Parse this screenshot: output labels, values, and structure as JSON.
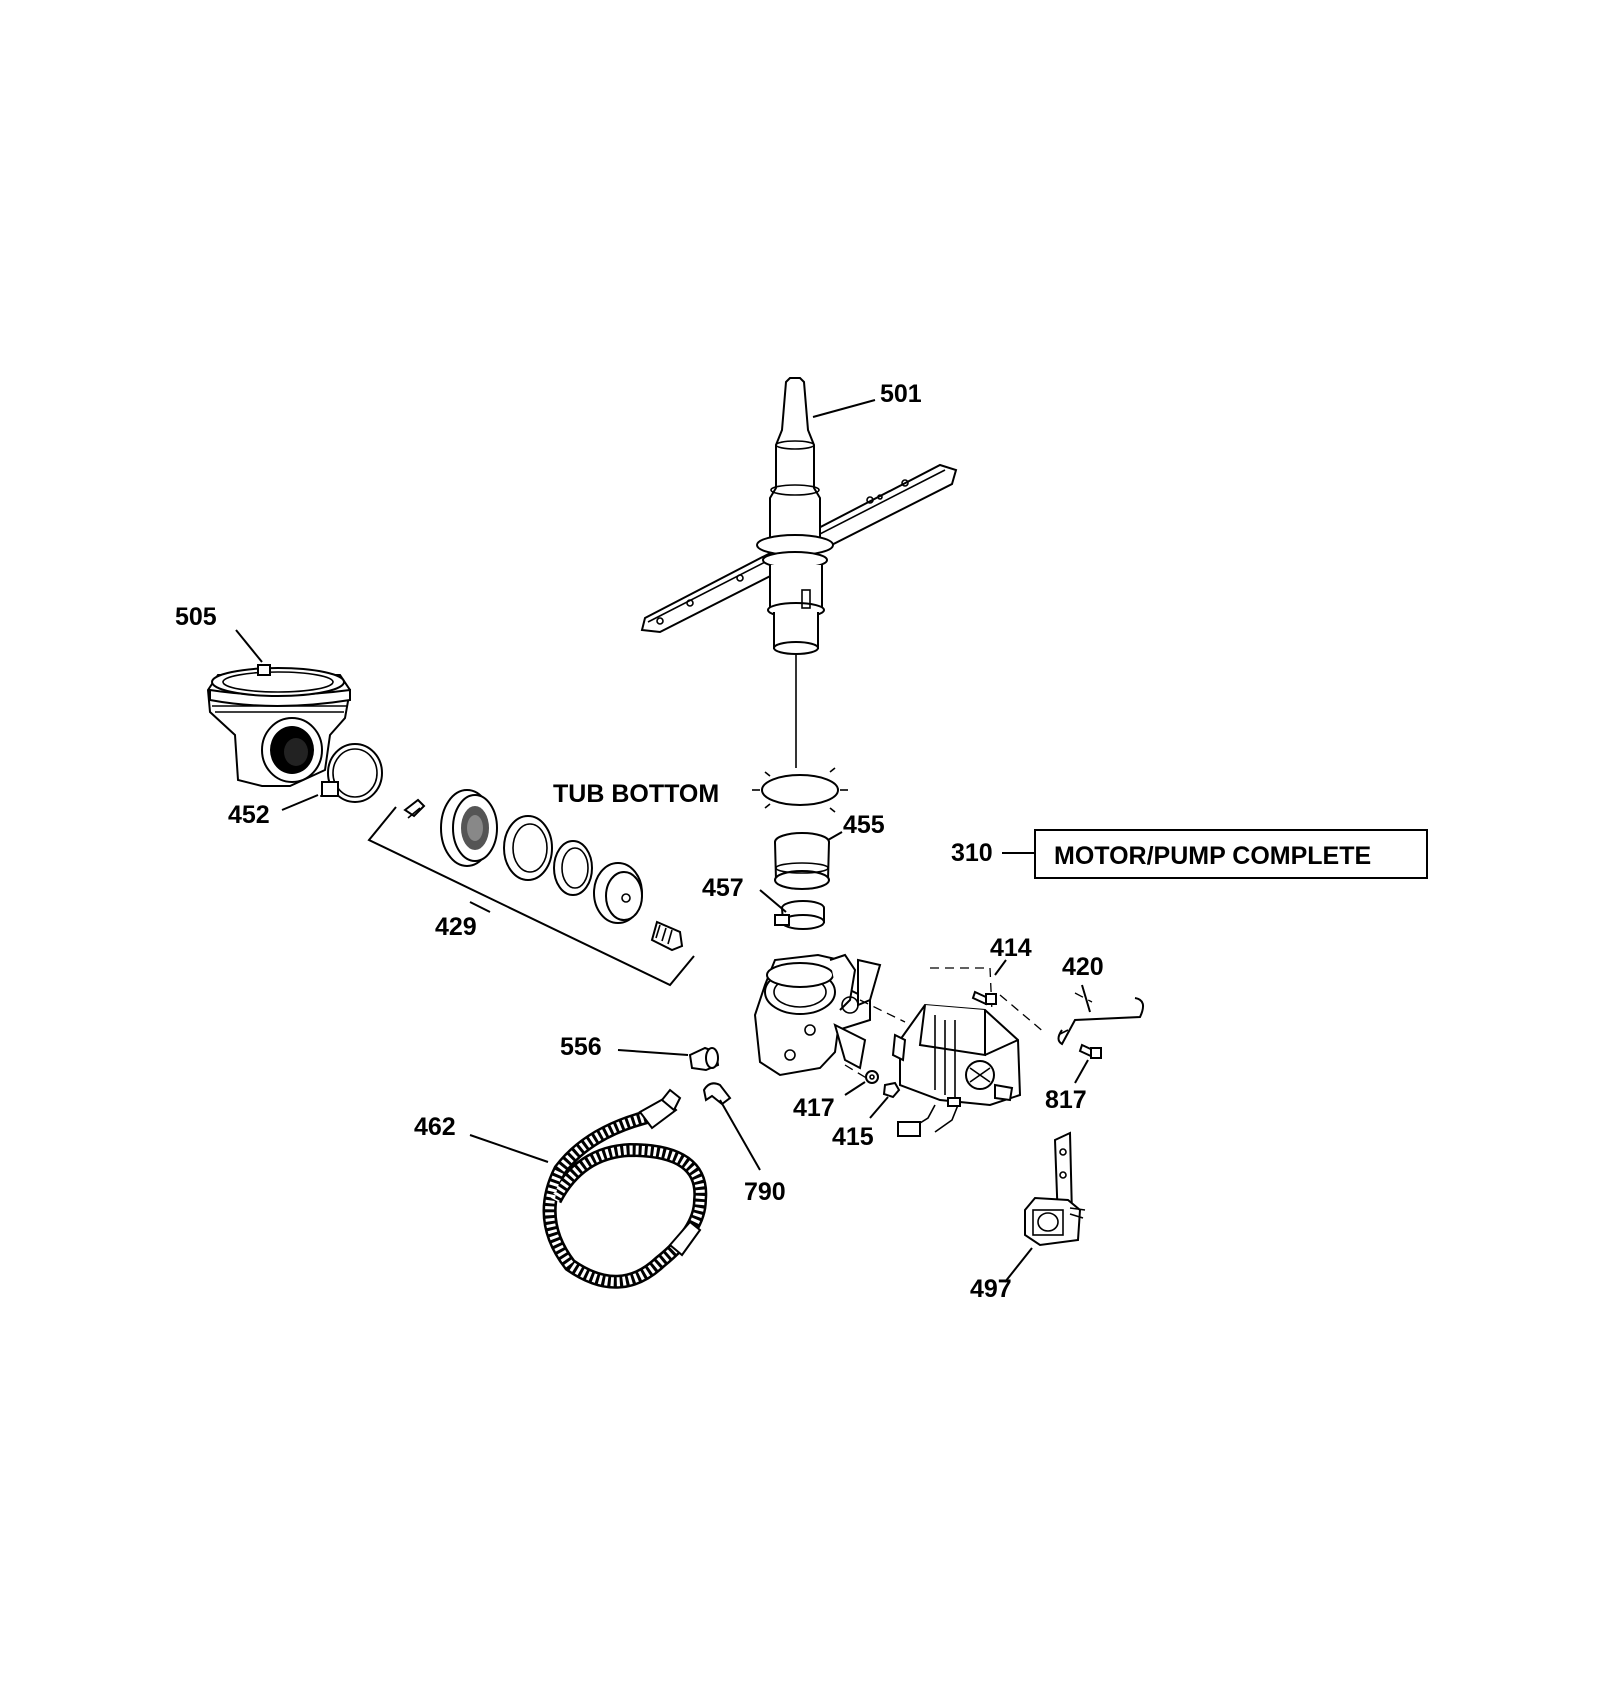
{
  "callouts": {
    "p501": "501",
    "p505": "505",
    "p452": "452",
    "p429": "429",
    "tub_bottom": "TUB BOTTOM",
    "p455": "455",
    "p457": "457",
    "p310": "310",
    "motor_pump": "MOTOR/PUMP COMPLETE",
    "p414": "414",
    "p420": "420",
    "p556": "556",
    "p417": "417",
    "p415": "415",
    "p817": "817",
    "p462": "462",
    "p790": "790",
    "p497": "497"
  }
}
